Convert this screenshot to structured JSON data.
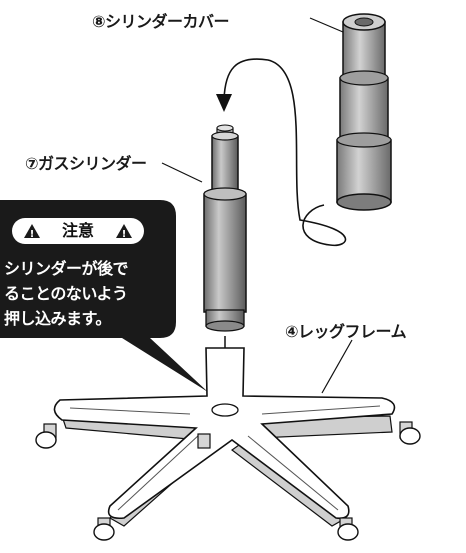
{
  "labels": {
    "cylinder_cover": "⑧シリンダーカバー",
    "gas_cylinder": "⑦ガスシリンダー",
    "leg_frame": "④レッグフレーム"
  },
  "caution": {
    "icon": "warning-triangle-icon",
    "title": "注意",
    "lines": [
      "シリンダーが後で",
      "ることのないよう",
      "押し込みます。"
    ]
  },
  "colors": {
    "callout_bg": "#1a1a1a",
    "caution_pill": "#ffffff",
    "cylinder_fill": "#9a9a9a",
    "frame_fill": "#ffffff",
    "outline": "#111111"
  }
}
